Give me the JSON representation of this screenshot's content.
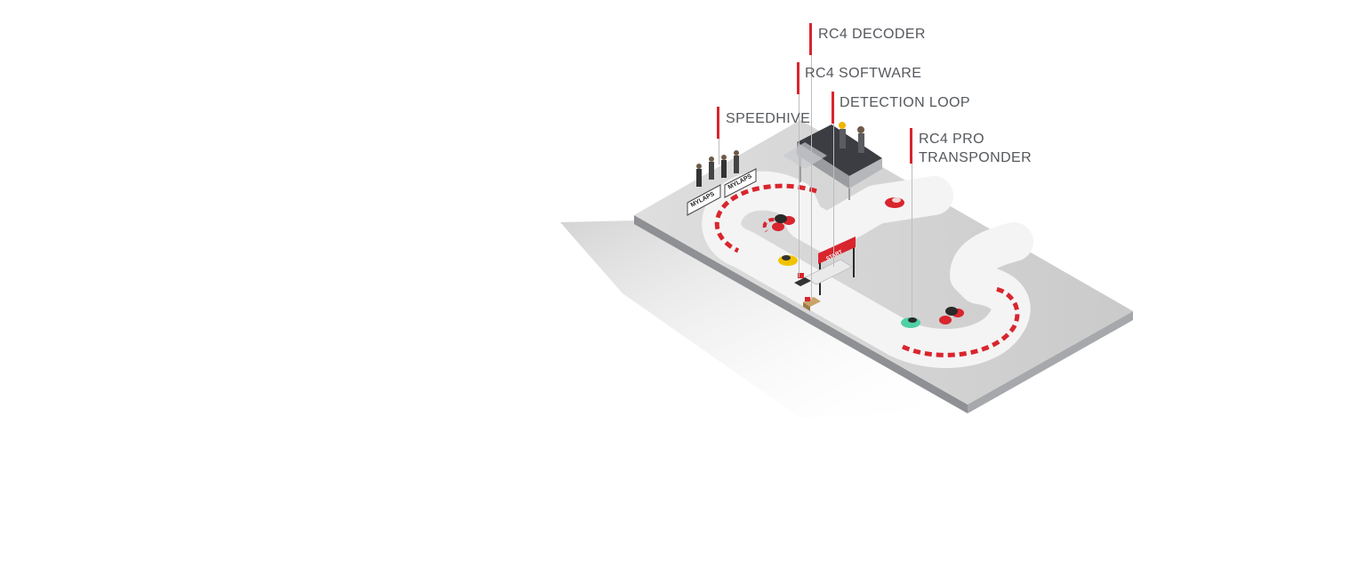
{
  "callouts": [
    {
      "id": "rc4-decoder",
      "text": "RC4 DECODER"
    },
    {
      "id": "rc4-software",
      "text": "RC4 SOFTWARE"
    },
    {
      "id": "detection-loop",
      "text": "DETECTION LOOP"
    },
    {
      "id": "speedhive",
      "text": "SPEEDHIVE"
    },
    {
      "id": "rc4-pro-transponder",
      "line1": "RC4 PRO",
      "line2": "TRANSPONDER"
    }
  ],
  "banners": {
    "brand_left": "MYLAPS",
    "brand_right": "MYLAPS",
    "gate_text": "START"
  },
  "colors": {
    "accent": "#d9252d",
    "label": "#55585d",
    "platform_top": "#d8d8d8",
    "platform_side": "#8e9094",
    "track": "#c4c4c4",
    "lane": "#f2f2f2"
  }
}
